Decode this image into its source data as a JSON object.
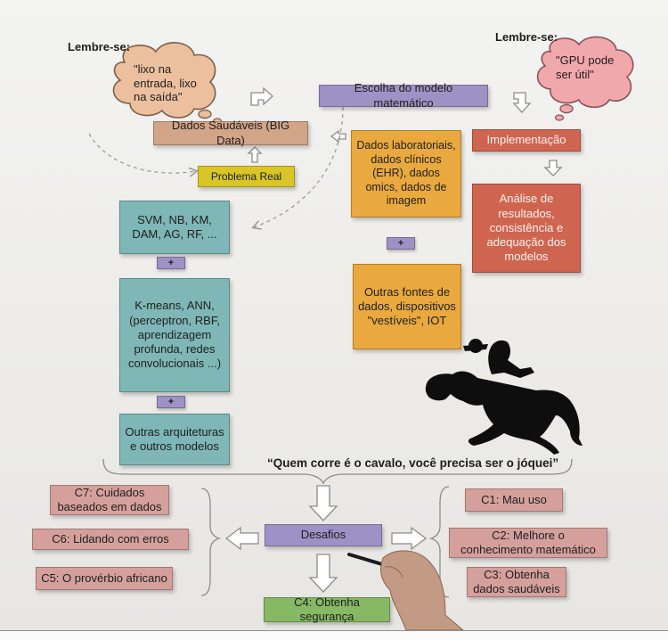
{
  "reminders": {
    "left_label": "Lembre-se:",
    "left_cloud": "\"lixo na entrada, lixo na saída\"",
    "right_label": "Lembre-se:",
    "right_cloud": "\"GPU pode ser útil\""
  },
  "flow": {
    "dados_saudaveis": "Dados Saudáveis (BIG Data)",
    "problema_real": "Problema Real",
    "escolha_modelo": "Escolha do modelo matemático",
    "implementacao": "Implementação",
    "analise": "Análise de resultados, consistência e adequação dos modelos",
    "dados_lab": "Dados laboratoriais, dados clínicos (EHR), dados omics, dados de imagem",
    "outras_fontes": "Outras fontes de dados, dispositivos \"vestíveis\", IOT",
    "svm": "SVM, NB, KM, DAM, AG, RF, ...",
    "kmeans": "K-means, ANN, (perceptron, RBF, aprendizagem profunda, redes convolucionais ...)",
    "outras_arquiteturas": "Outras arquiteturas e outros modelos",
    "plus": "+"
  },
  "quote": "“Quem corre é o cavalo, você precisa ser o jóquei”",
  "challenges": {
    "center": "Desafios",
    "c1": "C1: Mau uso",
    "c2": "C2: Melhore o conhecimento matemático",
    "c3": "C3: Obtenha dados saudáveis",
    "c4": "C4: Obtenha segurança",
    "c5": "C5: O provérbio africano",
    "c6": "C6: Lidando com erros",
    "c7": "C7: Cuidados baseados em dados"
  },
  "colors": {
    "blue": "#7fb6b6",
    "purple": "#9d92c6",
    "tan": "#d2a488",
    "orange": "#e9a93e",
    "red": "#cf6550",
    "yellow": "#d9c528",
    "pink": "#d5a09c",
    "green": "#87b864"
  }
}
